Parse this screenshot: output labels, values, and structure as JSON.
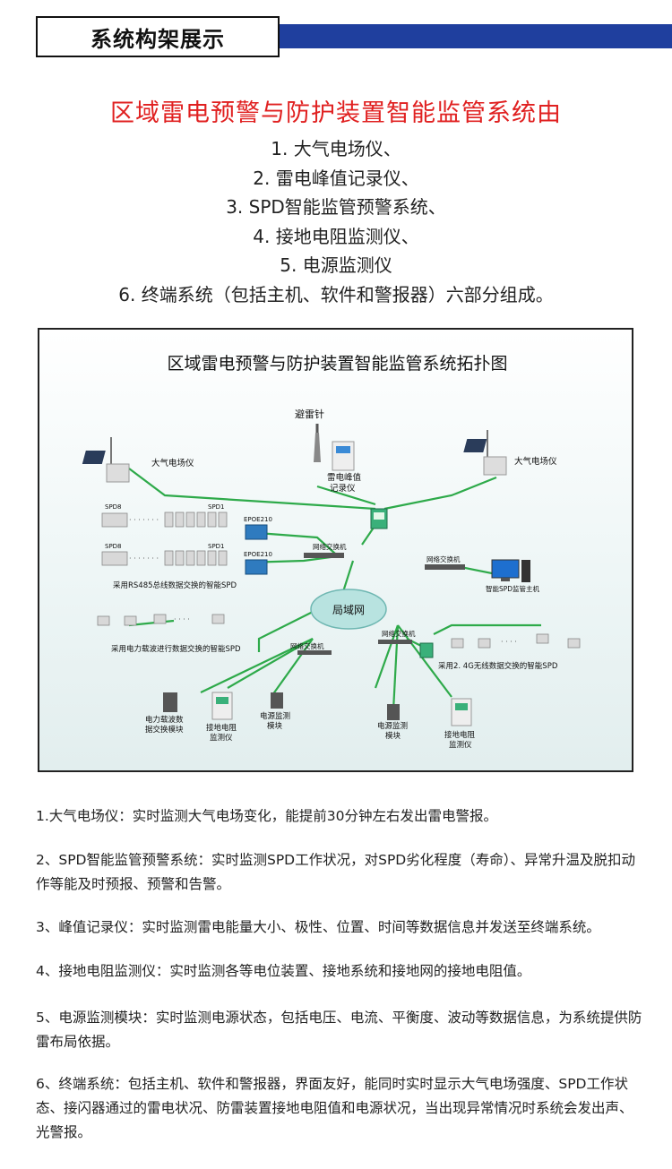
{
  "header": {
    "title": "系统构架展示",
    "accent_color": "#1f3f9e"
  },
  "intro": {
    "title": "区域雷电预警与防护装置智能监管系统由",
    "items": [
      "1. 大气电场仪、",
      "2. 雷电峰值记录仪、",
      "3. SPD智能监管预警系统、",
      "4. 接地电阻监测仪、",
      "5. 电源监测仪",
      "6. 终端系统（包括主机、软件和警报器）六部分组成。"
    ]
  },
  "diagram": {
    "title": "区域雷电预警与防护装置智能监管系统拓扑图",
    "lightning_rod": "避雷针",
    "efield_left": "大气电场仪",
    "efield_right": "大气电场仪",
    "peak_recorder_1": "雷电峰值",
    "peak_recorder_2": "记录仪",
    "spd8_a": "SPD8",
    "spd1_a": "SPD1",
    "spd8_b": "SPD8",
    "spd1_b": "SPD1",
    "epoe_a": "EPOE210",
    "epoe_b": "EPOE210",
    "switch_top": "网络交换机",
    "switch_right": "网络交换机",
    "switch_left": "网络交换机",
    "switch_mid": "网络交换机",
    "rs485_caption": "采用RS485总线数据交换的智能SPD",
    "host_caption": "智能SPD监管主机",
    "lan": "局域网",
    "plc_caption": "采用电力载波进行数据交换的智能SPD",
    "wireless_caption": "采用2. 4G无线数据交换的智能SPD",
    "plc_module_1": "电力载波数",
    "plc_module_2": "据交换模块",
    "ground_left_1": "接地电阻",
    "ground_left_2": "监测仪",
    "power_left_1": "电源监测",
    "power_left_2": "模块",
    "power_mid_1": "电源监测",
    "power_mid_2": "模块",
    "ground_right_1": "接地电阻",
    "ground_right_2": "监测仪",
    "line_color": "#2eaa4a"
  },
  "descriptions": [
    "1.大气电场仪：实时监测大气电场变化，能提前30分钟左右发出雷电警报。",
    "2、SPD智能监管预警系统：实时监测SPD工作状况，对SPD劣化程度（寿命）、异常升温及脱扣动作等能及时预报、预警和告警。",
    "3、峰值记录仪：实时监测雷电能量大小、极性、位置、时间等数据信息并发送至终端系统。",
    "4、接地电阻监测仪：实时监测各等电位装置、接地系统和接地网的接地电阻值。",
    "5、电源监测模块：实时监测电源状态，包括电压、电流、平衡度、波动等数据信息，为系统提供防雷布局依据。",
    "6、终端系统：包括主机、软件和警报器，界面友好，能同时实时显示大气电场强度、SPD工作状态、接闪器通过的雷电状况、防雷装置接地电阻值和电源状况，当出现异常情况时系统会发出声、光警报。"
  ]
}
